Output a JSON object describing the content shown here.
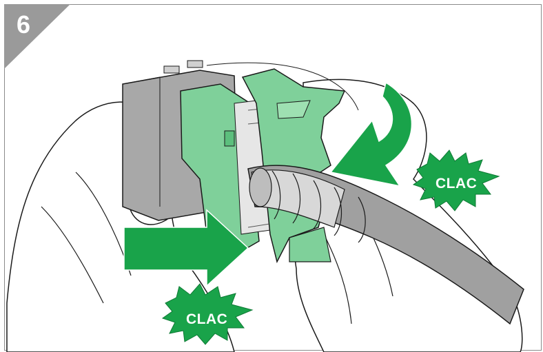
{
  "step": {
    "number": "6"
  },
  "callouts": [
    {
      "text": "CLAC"
    },
    {
      "text": "CLAC"
    }
  ],
  "colors": {
    "accent_green": "#19a34a",
    "part_green": "#7fd09a",
    "badge_gray": "#9a9a9a",
    "cable_gray": "#9c9c9c",
    "outline": "#1a1a1a"
  },
  "icons": [
    "clac-burst-icon",
    "press-arrow-icon"
  ]
}
